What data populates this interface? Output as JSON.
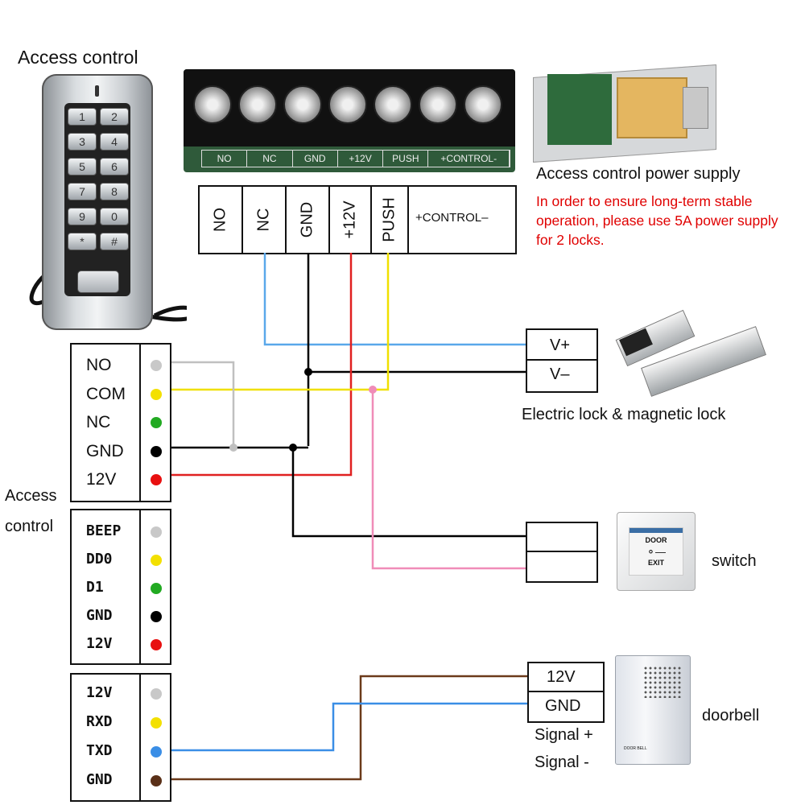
{
  "keypad": {
    "title": "Access control",
    "keys": [
      "1",
      "2",
      "3",
      "4",
      "5",
      "6",
      "7",
      "8",
      "9",
      "0",
      "*",
      "#"
    ]
  },
  "psu": {
    "board_labels": [
      "NO",
      "NC",
      "GND",
      "+12V",
      "PUSH",
      "+CONTROL-"
    ],
    "terminal_labels": [
      "NO",
      "NC",
      "GND",
      "+12V",
      "PUSH",
      "+CONTROL–"
    ],
    "title": "Access control power supply",
    "note": "In order to ensure long-term stable operation, please use 5A power supply for 2 locks."
  },
  "controller": {
    "label_line1": "Access",
    "label_line2": "control",
    "group1": [
      {
        "label": "NO",
        "color": "#c8c8c8"
      },
      {
        "label": "COM",
        "color": "#f3e000"
      },
      {
        "label": "NC",
        "color": "#22aa22"
      },
      {
        "label": "GND",
        "color": "#000000"
      },
      {
        "label": "12V",
        "color": "#e81010"
      }
    ],
    "group2": [
      {
        "label": "BEEP",
        "color": "#c8c8c8"
      },
      {
        "label": "DD0",
        "color": "#f3e000"
      },
      {
        "label": "D1",
        "color": "#22aa22"
      },
      {
        "label": "GND",
        "color": "#000000"
      },
      {
        "label": "12V",
        "color": "#e81010"
      }
    ],
    "group3": [
      {
        "label": "12V",
        "color": "#c8c8c8"
      },
      {
        "label": "RXD",
        "color": "#f3e000"
      },
      {
        "label": "TXD",
        "color": "#3a8ee6"
      },
      {
        "label": "GND",
        "color": "#5a3018"
      }
    ]
  },
  "lock": {
    "terminals": [
      "V+",
      "V–"
    ],
    "caption": "Electric lock & magnetic lock"
  },
  "switch": {
    "caption": "switch",
    "plate_line1": "DOOR",
    "plate_line2": "EXIT"
  },
  "doorbell": {
    "terminals": [
      "12V",
      "GND"
    ],
    "signal_plus": "Signal +",
    "signal_minus": "Signal -",
    "caption": "doorbell",
    "device_text": "DOOR BELL"
  },
  "wire_colors": {
    "blue": "#5aa8ea",
    "black": "#000000",
    "red": "#e02020",
    "yellow": "#f0e000",
    "gray": "#c0c0c0",
    "pink": "#f08cb8",
    "brown": "#6b3a1a",
    "txd_blue": "#3a8ee6"
  }
}
